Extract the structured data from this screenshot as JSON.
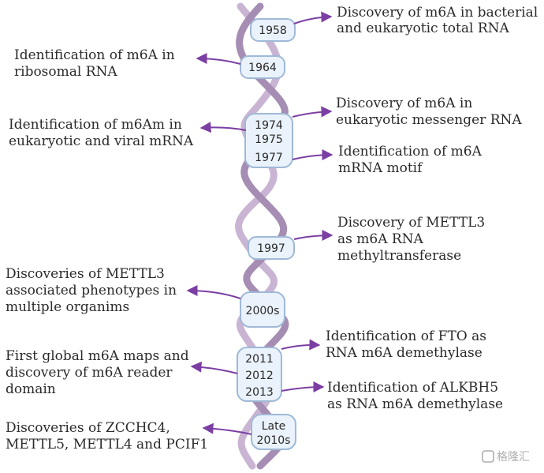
{
  "colors": {
    "helix": "#a58db3",
    "helix_back": "#c9b5d3",
    "arrow": "#7b3fa3",
    "badge_fill": "#eaf2fb",
    "badge_stroke": "#9fb9d6",
    "text": "#2a2a2a"
  },
  "years": {
    "y1958": "1958",
    "y1964": "1964",
    "y1974": "1974",
    "y1975": "1975",
    "y1977": "1977",
    "y1997": "1997",
    "y2000s": "2000s",
    "y2011": "2011",
    "y2012": "2012",
    "y2013": "2013",
    "late1": "Late",
    "late2": "2010s"
  },
  "events": {
    "e1958": [
      "Discovery of m6A in bacterial",
      "and eukaryotic total RNA"
    ],
    "e1964": [
      "Identification of m6A in",
      "ribosomal RNA"
    ],
    "e1974": [
      "Identification of m6Am  in",
      "eukaryotic and viral mRNA"
    ],
    "e1975": [
      "Discovery of m6A  in",
      "eukaryotic messenger RNA"
    ],
    "e1977": [
      "Identification of m6A",
      "mRNA motif"
    ],
    "e1997": [
      "Discovery of METTL3",
      "as m6A RNA",
      "methyltransferase"
    ],
    "e2000s": [
      "Discoveries of METTL3",
      "associated phenotypes in",
      "multiple organims"
    ],
    "e2011": [
      "Identification of FTO as",
      "RNA m6A demethylase"
    ],
    "e2012": [
      "First global m6A maps and",
      "discovery of m6A reader",
      "domain"
    ],
    "e2013": [
      "Identification of ALKBH5",
      "as RNA m6A demethylase"
    ],
    "elate": [
      "Discoveries of ZCCHC4,",
      "METTL5, METTL4 and PCIF1"
    ]
  },
  "watermark": {
    "icon": "gelonghui-logo-icon",
    "text": "格隆汇"
  }
}
